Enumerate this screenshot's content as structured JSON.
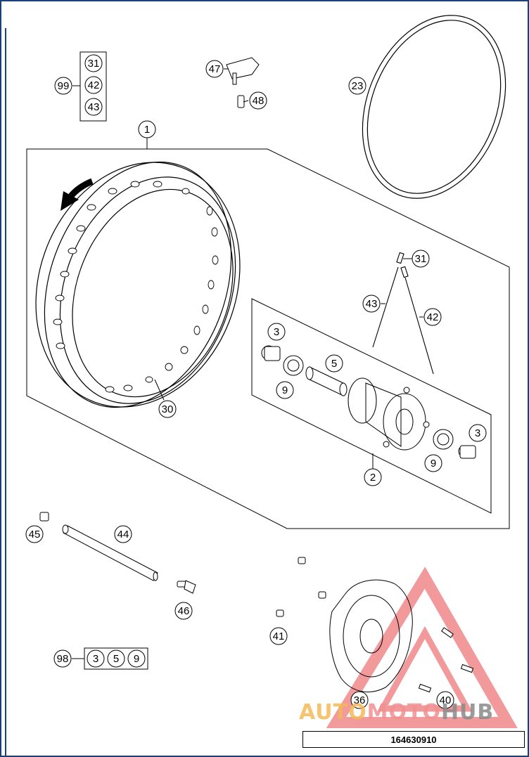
{
  "diagram": {
    "drawing_number": "164630910",
    "watermark": {
      "part1": "AUTO",
      "part2": "MOTO",
      "part3": "HUB"
    },
    "callouts": {
      "c1": "1",
      "c2": "2",
      "c3a": "3",
      "c3b": "3",
      "c5": "5",
      "c9a": "9",
      "c9b": "9",
      "c23": "23",
      "c30": "30",
      "c31a": "31",
      "c31b": "31",
      "c36": "36",
      "c40": "40",
      "c41": "41",
      "c42a": "42",
      "c42b": "42",
      "c43a": "43",
      "c43b": "43",
      "c44": "44",
      "c45": "45",
      "c46": "46",
      "c47": "47",
      "c48": "48",
      "c98": "98",
      "c98_3": "3",
      "c98_5": "5",
      "c98_9": "9",
      "c99": "99"
    },
    "colors": {
      "line": "#000000",
      "frame": "#1b3f78",
      "watermark_red": "#e8494b"
    }
  }
}
